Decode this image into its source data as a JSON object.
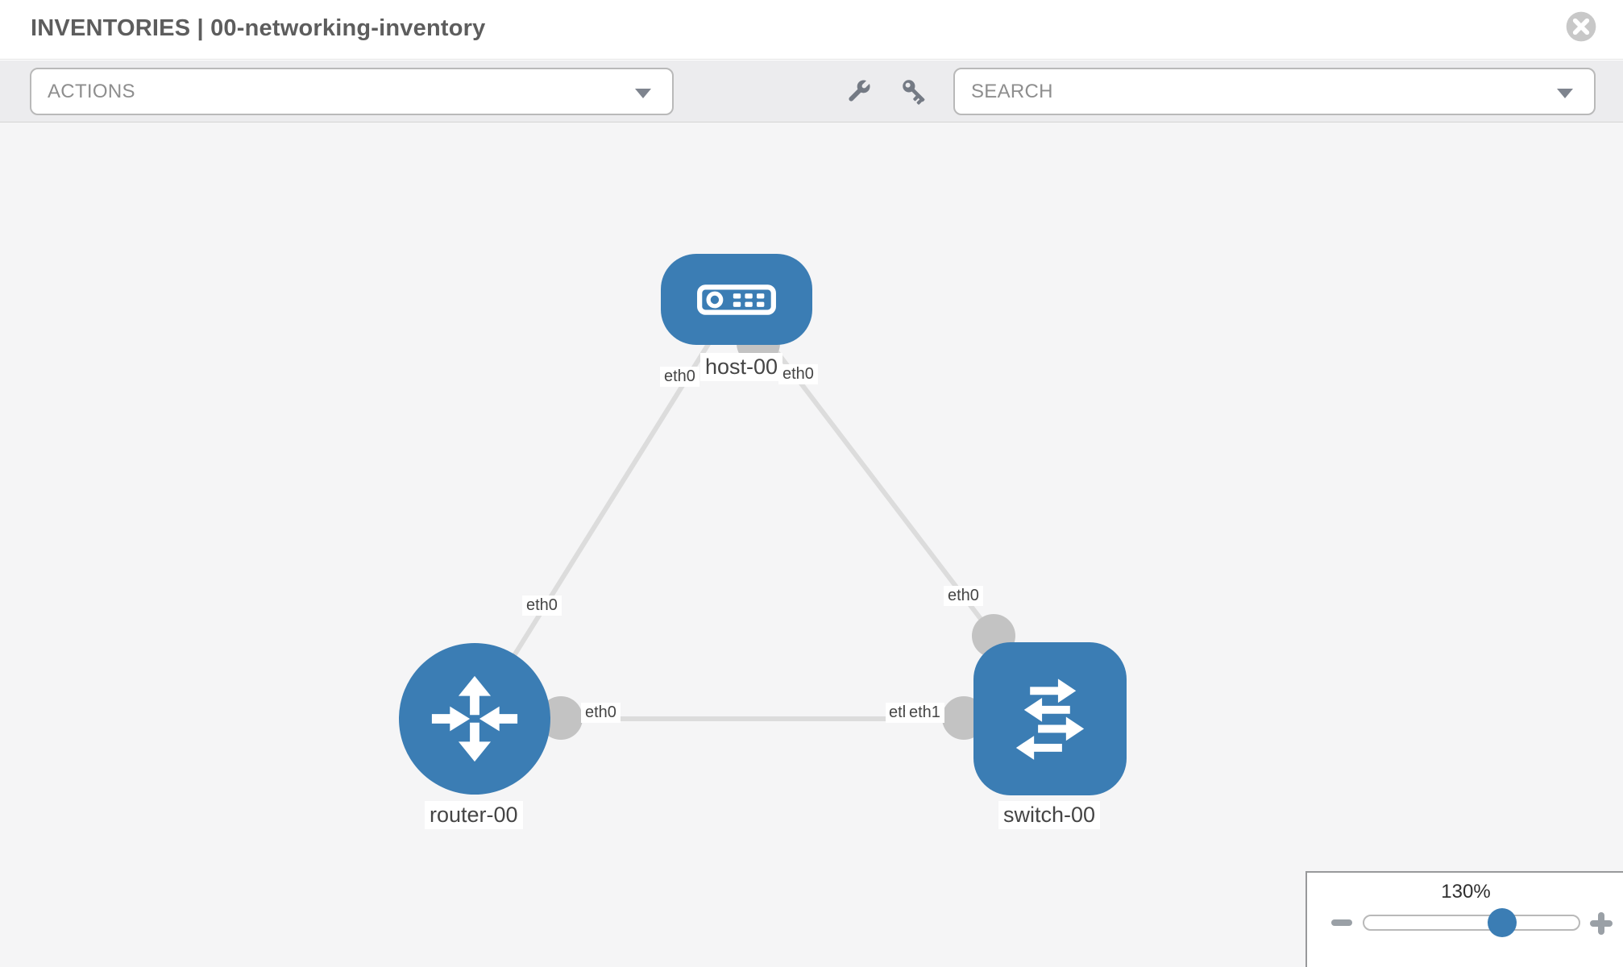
{
  "header": {
    "title": "INVENTORIES | 00-networking-inventory",
    "close_icon": "circle-x"
  },
  "toolbar": {
    "actions_label": "ACTIONS",
    "search_placeholder": "SEARCH",
    "icons": [
      "wrench-icon",
      "key-icon"
    ]
  },
  "topology": {
    "nodes": [
      {
        "name": "host-00",
        "type": "host"
      },
      {
        "name": "router-00",
        "type": "router"
      },
      {
        "name": "switch-00",
        "type": "switch"
      }
    ],
    "links": [
      {
        "source": "host-00",
        "target": "router-00",
        "source_interface": "eth0",
        "target_interface": "eth0"
      },
      {
        "source": "host-00",
        "target": "switch-00",
        "source_interface": "eth0",
        "target_interface": "eth0"
      },
      {
        "source": "router-00",
        "target": "switch-00",
        "source_interface": "eth0",
        "target_interface": "eth1",
        "target_interface_under": "eth0"
      }
    ]
  },
  "zoom": {
    "level": "130%",
    "minus_icon": "minus",
    "plus_icon": "plus"
  },
  "colors": {
    "node_blue": "#3b7db4",
    "interface_gray": "#c3c3c3",
    "link_gray": "#dcdcdc",
    "toolbar_gray": "#ececee",
    "canvas_gray": "#f5f5f6"
  }
}
